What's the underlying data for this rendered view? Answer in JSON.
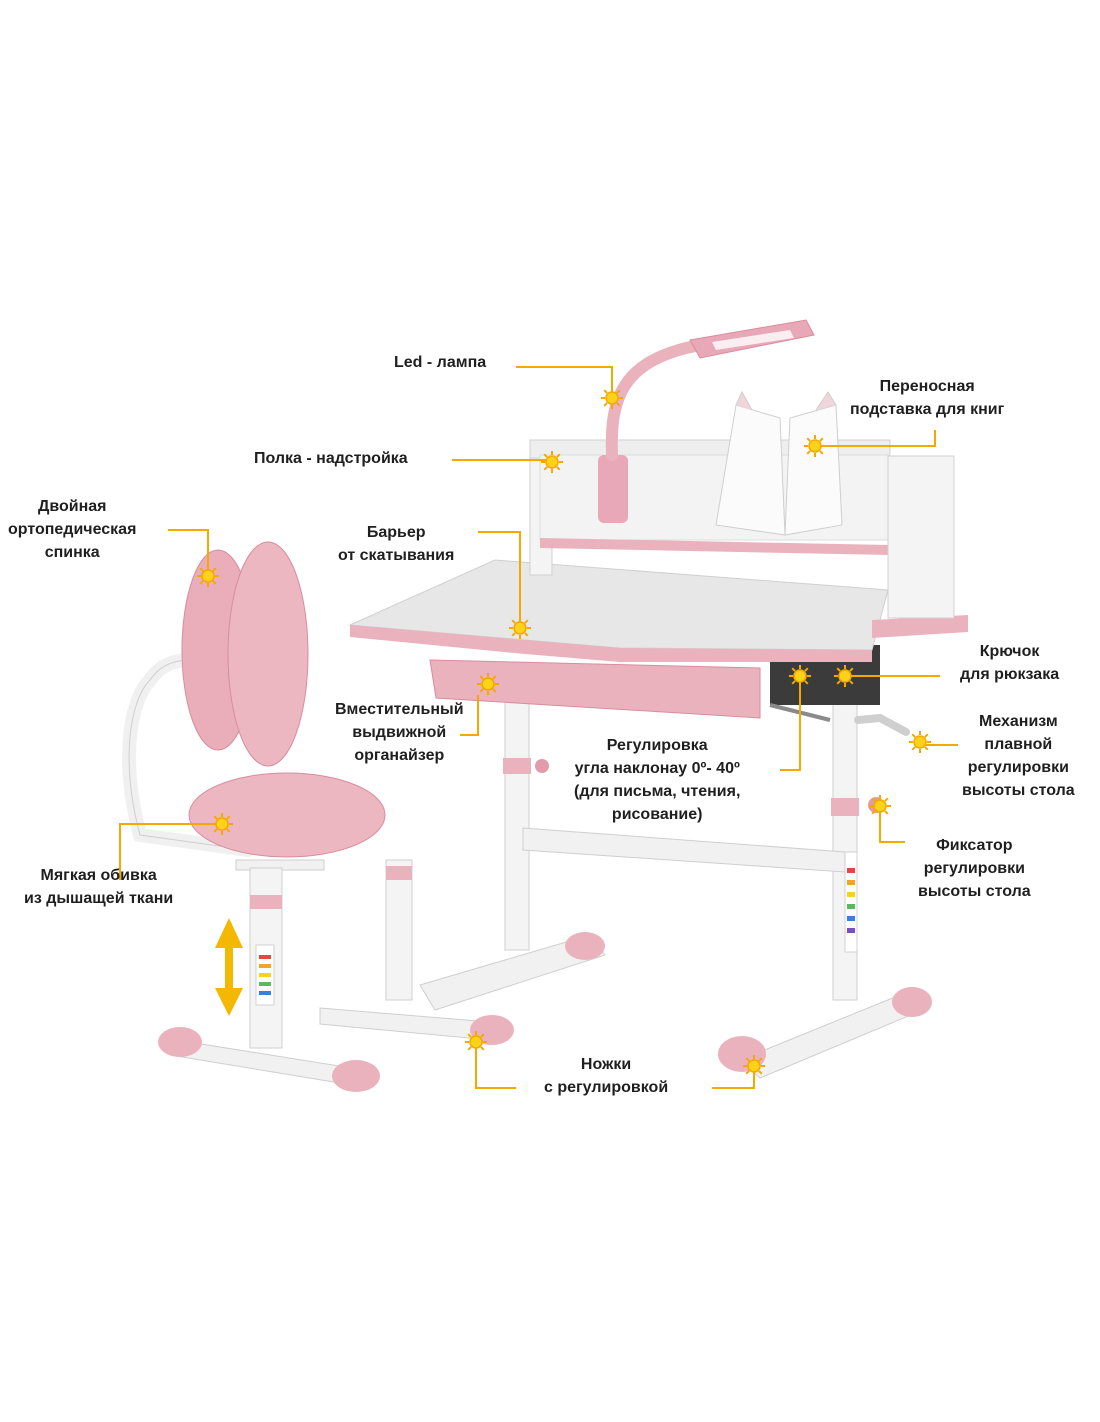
{
  "colors": {
    "accent_line": "#f5a800",
    "marker_fill": "#ffd21a",
    "pink": "#eab2bd",
    "pink_dark": "#d98c9d",
    "white_frame": "#f4f4f4",
    "grey_top": "#e7e7e7",
    "arrow": "#f4b800"
  },
  "icons": {
    "marker": "yellow-sun-marker-icon",
    "height_arrow": "double-arrow-vertical-icon"
  },
  "labels": {
    "led_lamp": [
      "Led - лампа"
    ],
    "book_stand": [
      "Переносная",
      "подставка для книг"
    ],
    "shelf": [
      "Полка - надстройка"
    ],
    "double_back": [
      "Двойная",
      "ортопедическая",
      "спинка"
    ],
    "barrier": [
      "Барьер",
      "от скатывания"
    ],
    "organizer": [
      "Вместительный",
      "выдвижной",
      "органайзер"
    ],
    "tilt": [
      "Регулировка",
      "угла наклонау 0º- 40º",
      "(для письма, чтения,",
      "рисование)"
    ],
    "hook": [
      "Крючок",
      "для рюкзака"
    ],
    "mechanism": [
      "Механизм",
      "плавной",
      "регулировки",
      "высоты стола"
    ],
    "fixator": [
      "Фиксатор",
      "регулировки",
      "высоты стола"
    ],
    "upholstery": [
      "Мягкая обивка",
      "из дышащей ткани"
    ],
    "legs": [
      "Ножки",
      "с регулировкой"
    ]
  }
}
